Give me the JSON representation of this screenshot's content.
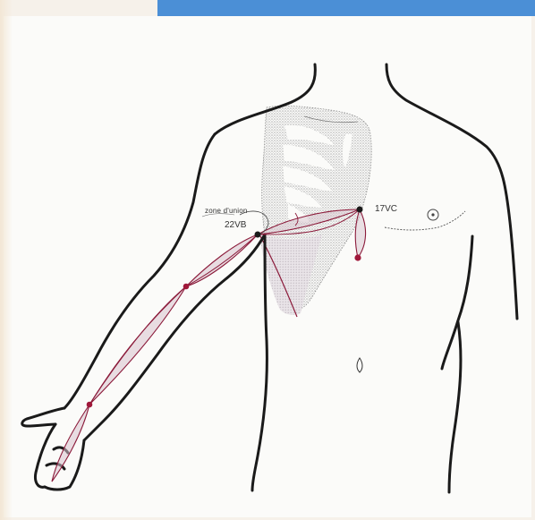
{
  "labels": {
    "zone": "zone d'union",
    "point_22vb": "22VB",
    "point_17vc": "17VC"
  },
  "colors": {
    "accent_bar": "#4b8fd6",
    "meridian_line": "#8b1a3a",
    "meridian_fill": "#d8c3cd",
    "point_dot": "#a0183a",
    "outline": "#1a1a1a",
    "ribcage_stipple": "#9a9a9a"
  },
  "points": [
    {
      "name": "22VB"
    },
    {
      "name": "17VC"
    }
  ]
}
